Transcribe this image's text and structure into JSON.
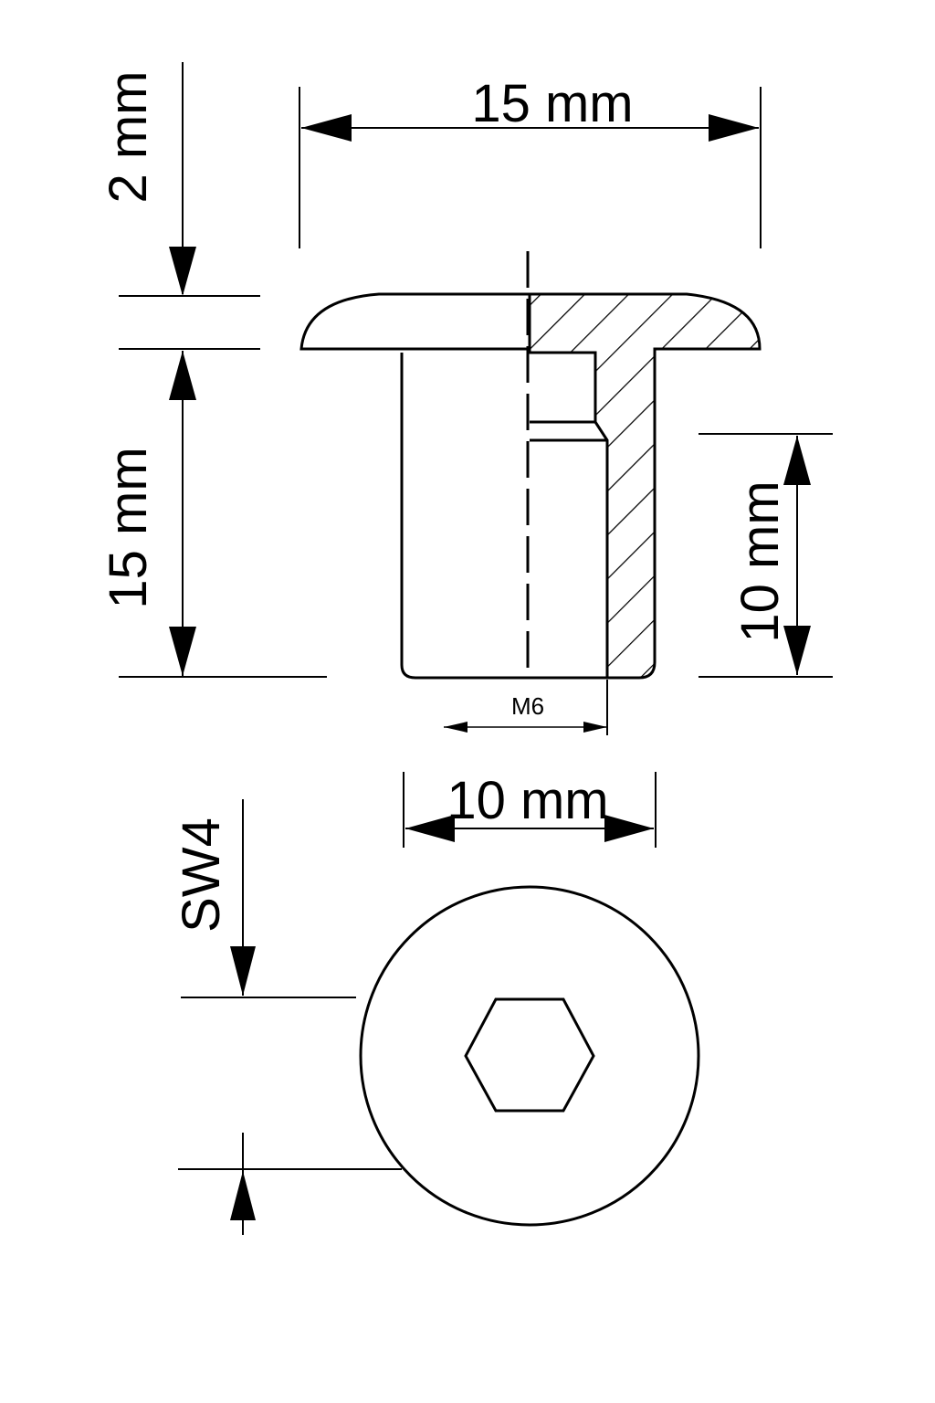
{
  "dimensions": {
    "top_width": "15 mm",
    "head_height": "2 mm",
    "total_length": "15 mm",
    "thread_depth": "10 mm",
    "thread": "M6",
    "shank_diameter": "10 mm",
    "socket": "SW4"
  },
  "colors": {
    "line": "#000000",
    "background": "#ffffff"
  }
}
